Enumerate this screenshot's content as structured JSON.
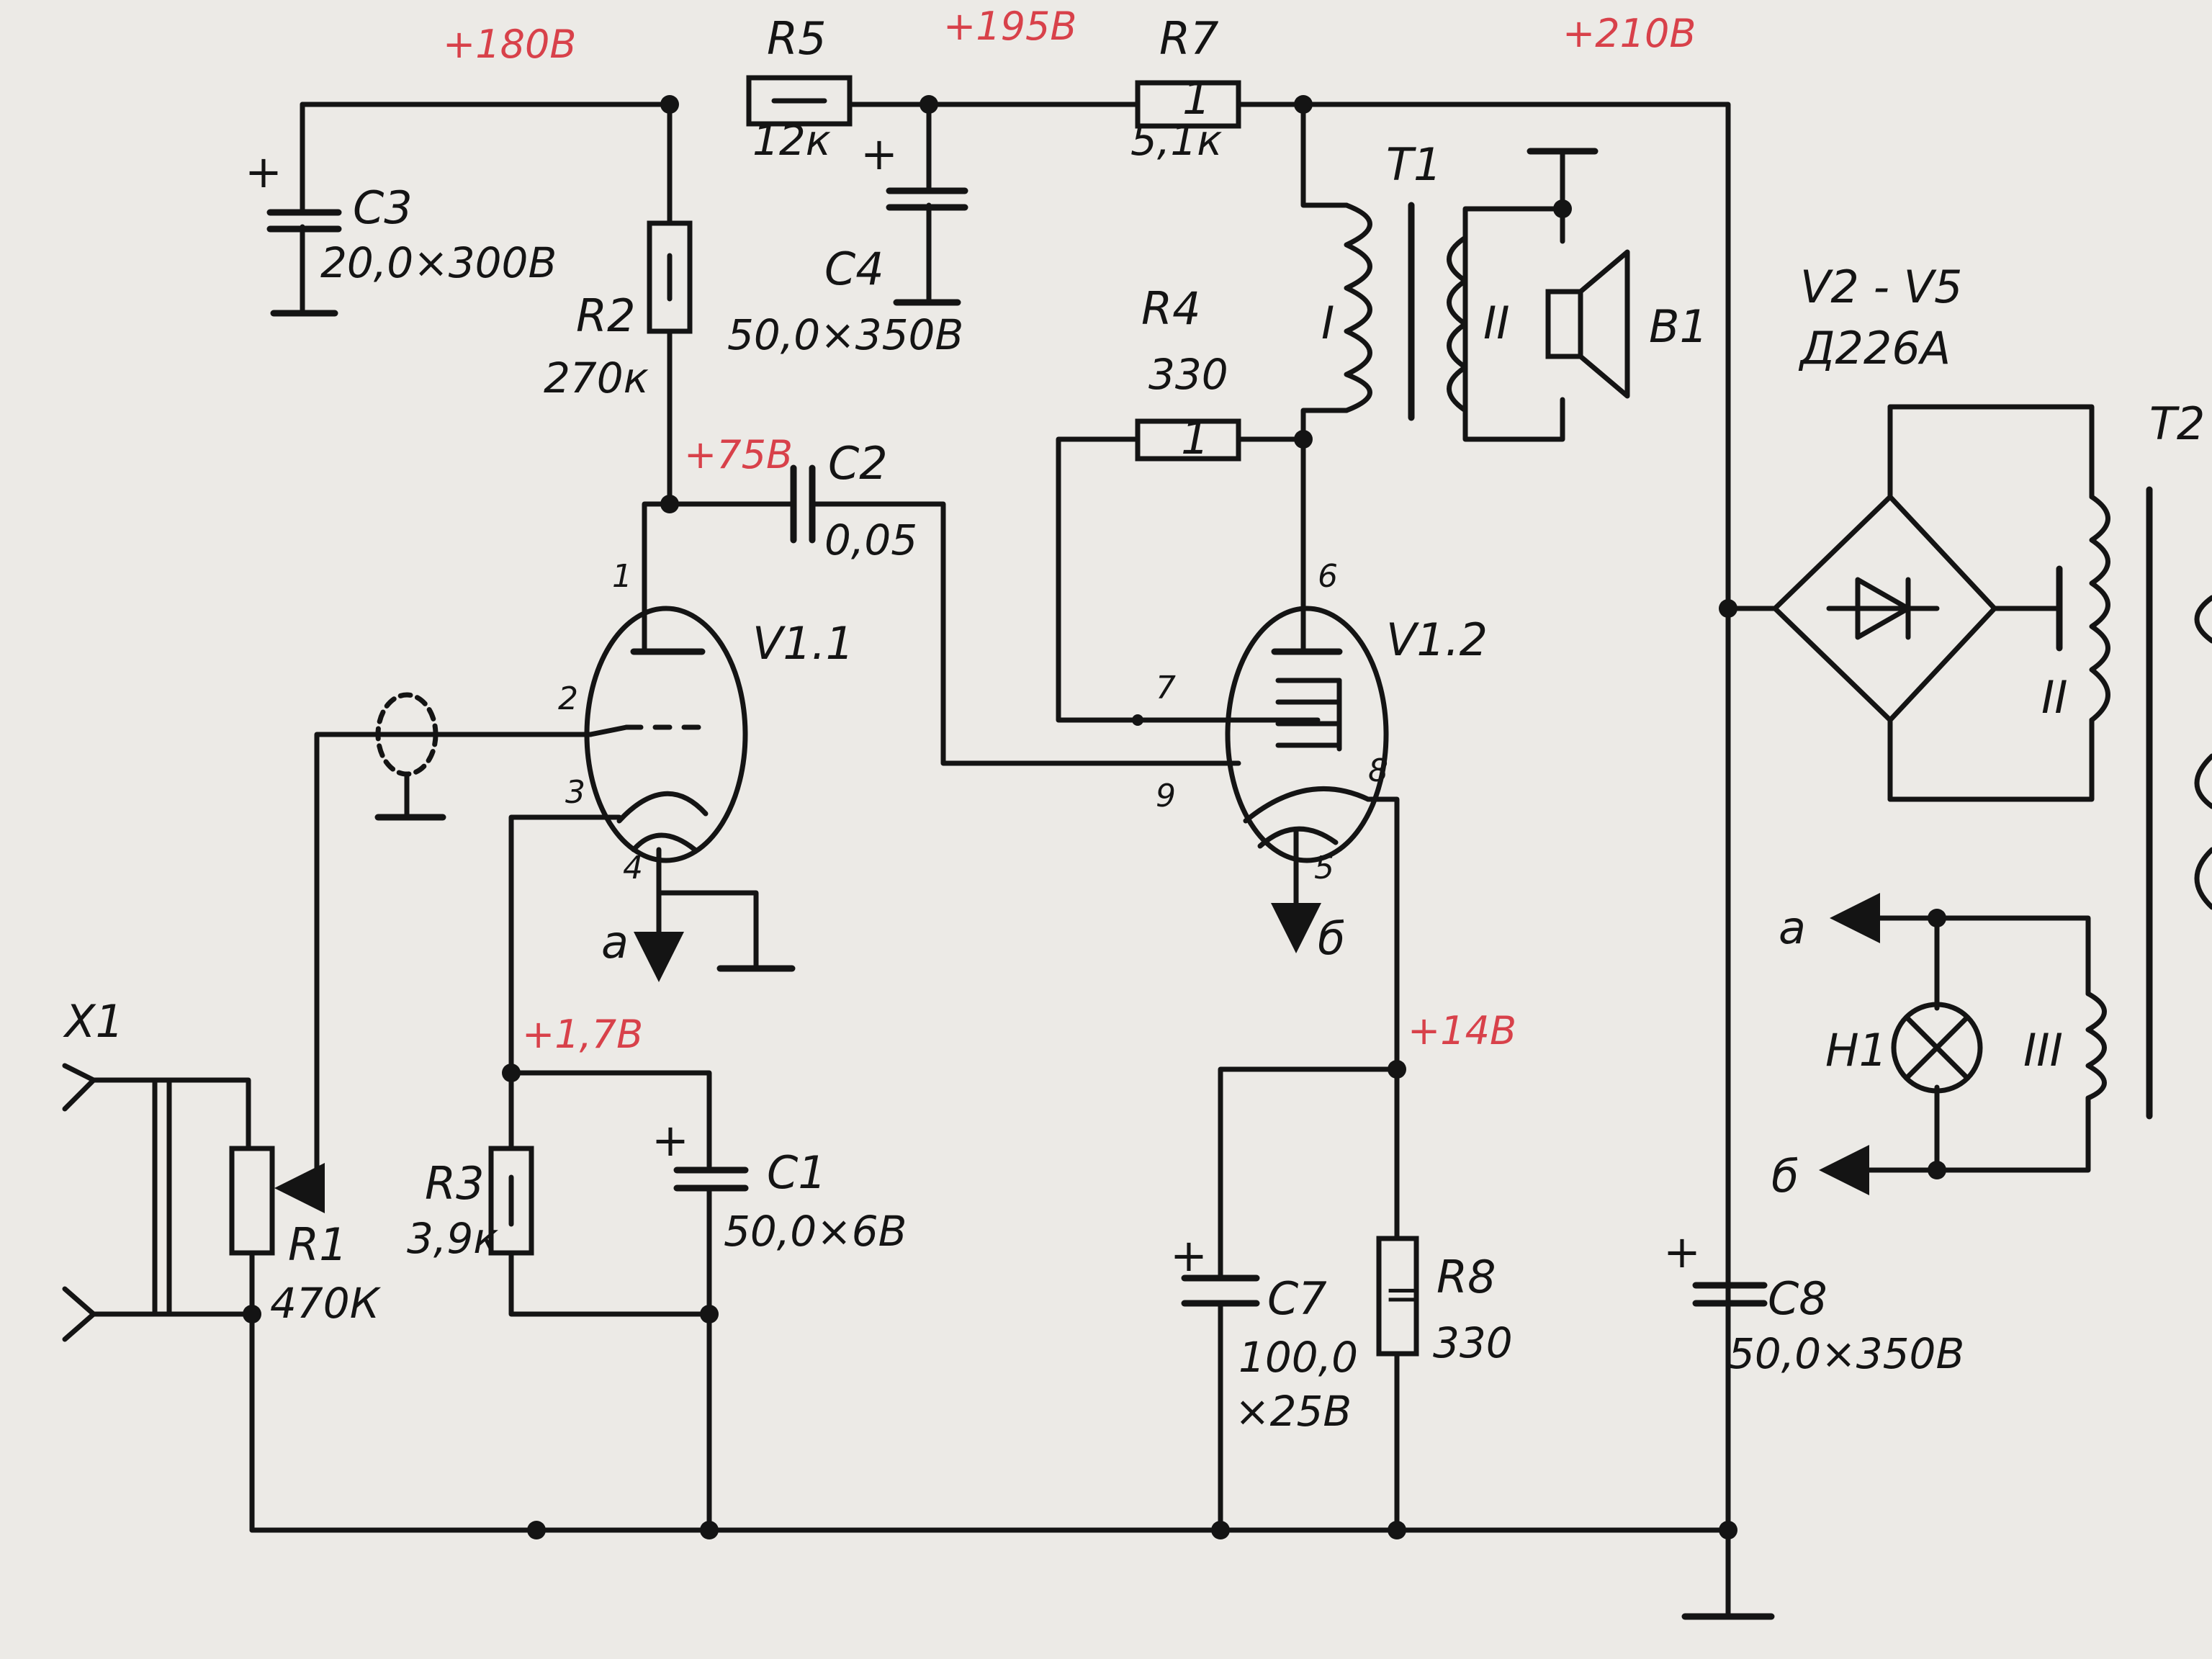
{
  "colors": {
    "ink": "#141414",
    "paper": "#eceae6",
    "voltage": "#d8414a"
  },
  "voltages": {
    "v180": "+180В",
    "v195": "+195В",
    "v210": "+210В",
    "v75": "+75В",
    "v1_7": "+1,7В",
    "v14": "+14В"
  },
  "components": {
    "C1": {
      "ref": "C1",
      "value": "50,0×6В"
    },
    "C2": {
      "ref": "C2",
      "value": "0,05"
    },
    "C3": {
      "ref": "C3",
      "value": "20,0×300В"
    },
    "C4": {
      "ref": "C4",
      "value": "50,0×350В"
    },
    "C7": {
      "ref": "C7",
      "value_line1": "100,0",
      "value_line2": "×25В"
    },
    "C8": {
      "ref": "C8",
      "value": "50,0×350В"
    },
    "R1": {
      "ref": "R1",
      "value": "470К"
    },
    "R2": {
      "ref": "R2",
      "value": "270к"
    },
    "R3": {
      "ref": "R3",
      "value": "3,9к"
    },
    "R4": {
      "ref": "R4",
      "value": "330"
    },
    "R5": {
      "ref": "R5",
      "value": "12к"
    },
    "R7": {
      "ref": "R7",
      "value": "5,1к"
    },
    "R8": {
      "ref": "R8",
      "value": "330"
    },
    "T1": {
      "ref": "T1",
      "winding1": "I",
      "winding2": "II"
    },
    "T2": {
      "ref": "T2",
      "winding2": "II",
      "winding3": "III"
    },
    "B1": {
      "ref": "B1"
    },
    "V1_1": {
      "ref": "V1.1"
    },
    "V1_2": {
      "ref": "V1.2"
    },
    "X1": {
      "ref": "X1"
    },
    "H1": {
      "ref": "H1"
    },
    "bridge": {
      "ref": "V2 - V5",
      "type": "Д226А"
    }
  },
  "pins": {
    "p1": "1",
    "p2": "2",
    "p3": "3",
    "p4": "4",
    "p5": "5",
    "p6": "6",
    "p7": "7",
    "p8": "8",
    "p9": "9"
  },
  "heater": {
    "a": "а",
    "b": "б"
  },
  "rails": {
    "left": "а",
    "right": "б"
  },
  "mark": {
    "r_one": "1",
    "r_equal": "="
  }
}
